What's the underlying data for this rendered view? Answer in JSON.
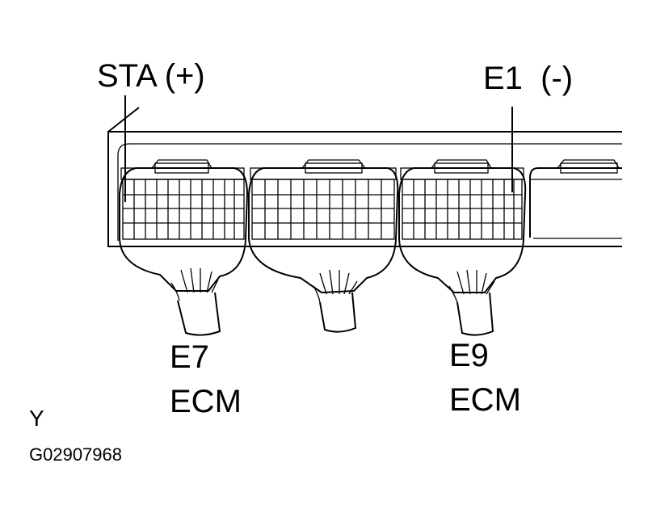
{
  "labels": {
    "sta": "STA (+)",
    "e1": "E1  (-)",
    "e7": "E7",
    "e7_ecm": "ECM",
    "e9": "E9",
    "e9_ecm": "ECM",
    "y": "Y",
    "figure_id": "G02907968"
  },
  "colors": {
    "ink": "#000000",
    "paper": "#ffffff"
  }
}
